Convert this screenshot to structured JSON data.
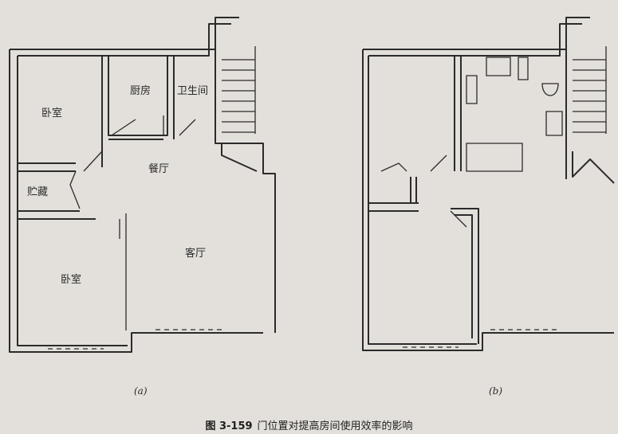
{
  "plan_a": {
    "label": "(a)",
    "rooms": {
      "bedroom_top": "卧室",
      "kitchen": "厨房",
      "bathroom": "卫生间",
      "dining": "餐厅",
      "storage": "贮藏",
      "living": "客厅",
      "bedroom_bottom": "卧室"
    }
  },
  "plan_b": {
    "label": "(b)"
  },
  "caption": {
    "figure_number": "图 3-159",
    "text": "门位置对提高房间使用效率的影响"
  }
}
